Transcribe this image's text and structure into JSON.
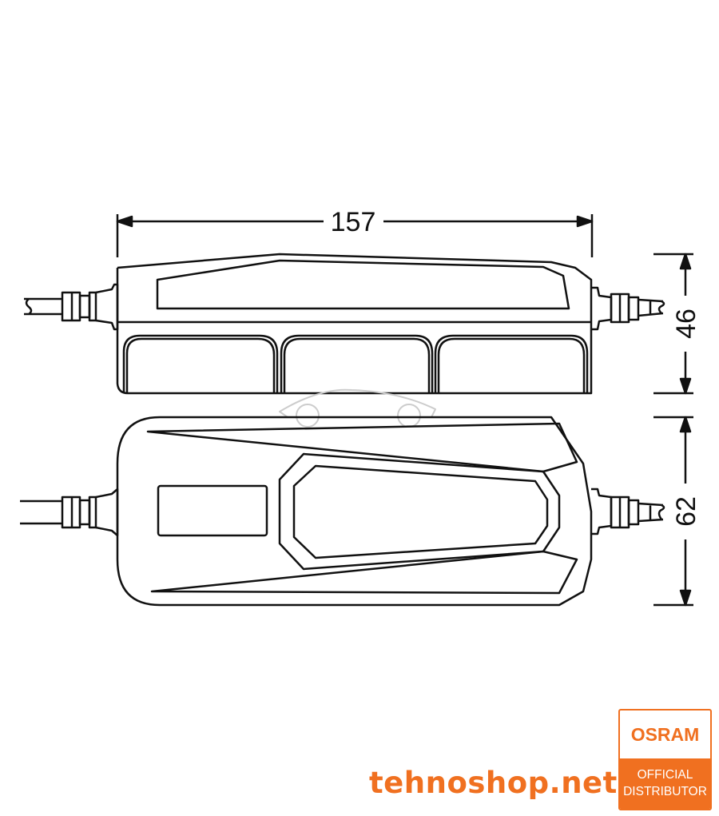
{
  "dimensions": {
    "length": "157",
    "height": "46",
    "width": "62"
  },
  "watermark": {
    "site": "tehnoshop.net",
    "brand": "OSRAM",
    "line1": "OFFICIAL",
    "line2": "DISTRIBUTOR"
  },
  "colors": {
    "accent": "#f07020",
    "line": "#111111"
  }
}
